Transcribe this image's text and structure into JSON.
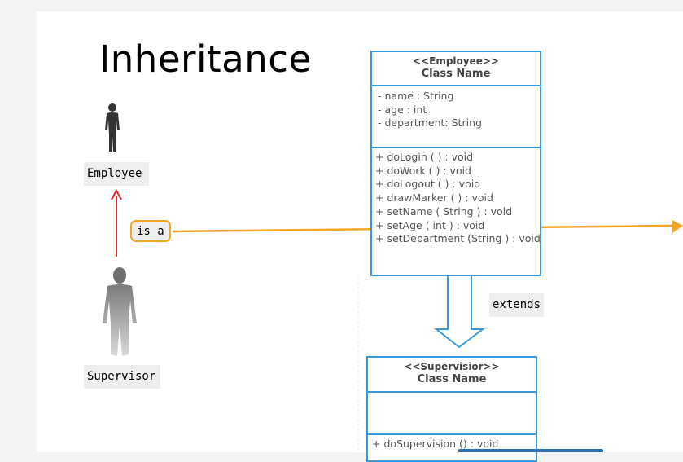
{
  "title": "Inheritance",
  "actors": {
    "employee_label": "Employee",
    "supervisor_label": "Supervisor"
  },
  "relation": {
    "is_a": "is a",
    "extends": "extends"
  },
  "employee_class": {
    "stereotype": "<<Employee>>",
    "name": "Class Name",
    "attributes": [
      "-  name : String",
      "-  age : int",
      "-  department: String"
    ],
    "methods": [
      "+ doLogin ( ) : void",
      "+ doWork (  ) : void",
      "+ doLogout (  ) : void",
      "+ drawMarker  ( ) : void",
      "+ setName ( String ) : void",
      "+ setAge ( int ) : void",
      "+ setDepartment (String ) : void"
    ]
  },
  "supervisor_class": {
    "stereotype": "<<Supervisior>>",
    "name": "Class Name",
    "methods": [
      "+ doSupervision () : void"
    ]
  },
  "colors": {
    "uml_border": "#3a9ad9",
    "arrow_red": "#e02424",
    "arrow_orange": "#f5a623"
  }
}
